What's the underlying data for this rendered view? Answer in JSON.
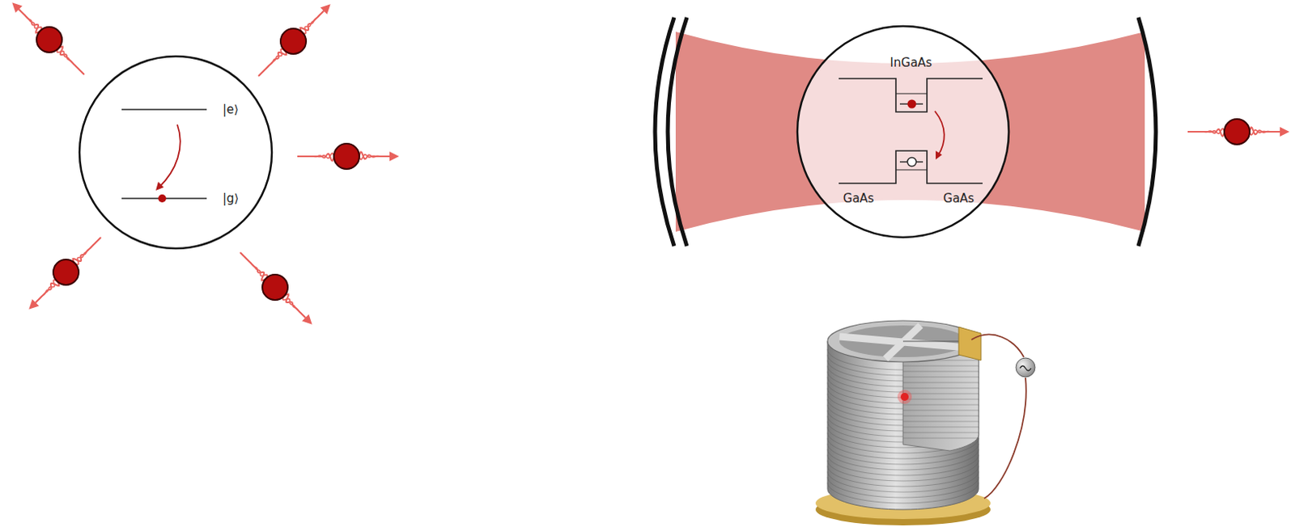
{
  "diagram": {
    "labels": [
      "|e⟩",
      "|g⟩",
      "InGaAs",
      "GaAs",
      "GaAs"
    ]
  }
}
